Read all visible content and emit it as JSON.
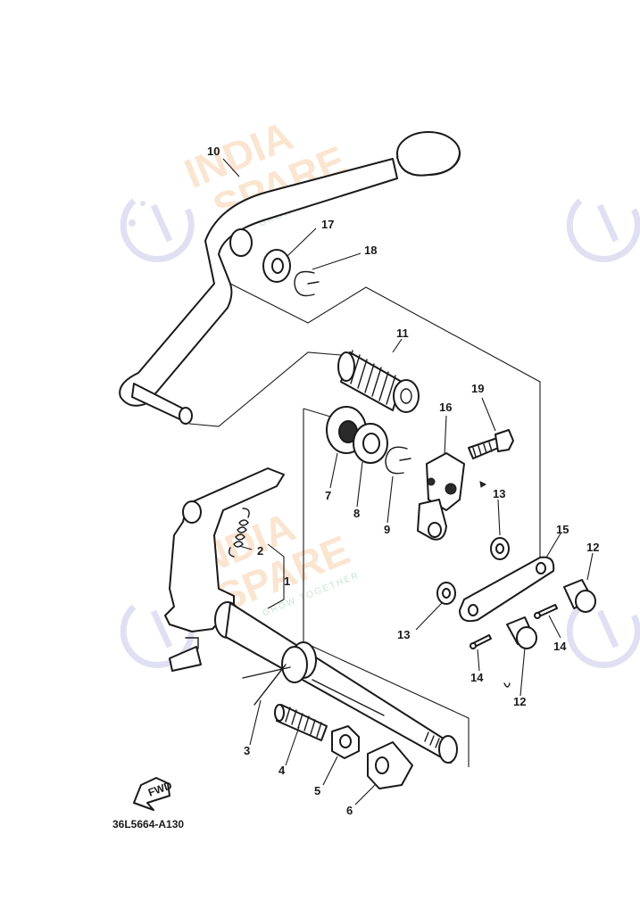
{
  "diagram": {
    "part_numbers": [
      "1",
      "2",
      "3",
      "4",
      "5",
      "6",
      "7",
      "8",
      "9",
      "10",
      "11",
      "12",
      "12",
      "13",
      "13",
      "14",
      "14",
      "15",
      "16",
      "17",
      "18",
      "19"
    ],
    "drawing_code": "36L5664-A130",
    "fwd_label": "FWD"
  },
  "watermark": {
    "line1": "INDIA",
    "line2": "SPARE",
    "tagline": "GROW TOGETHER",
    "colors": {
      "text": "#f6c79a",
      "icon": "#c9c6ea",
      "tagline": "#9fd3b4"
    }
  },
  "colors": {
    "ink": "#1a1a1a",
    "background": "#ffffff"
  }
}
